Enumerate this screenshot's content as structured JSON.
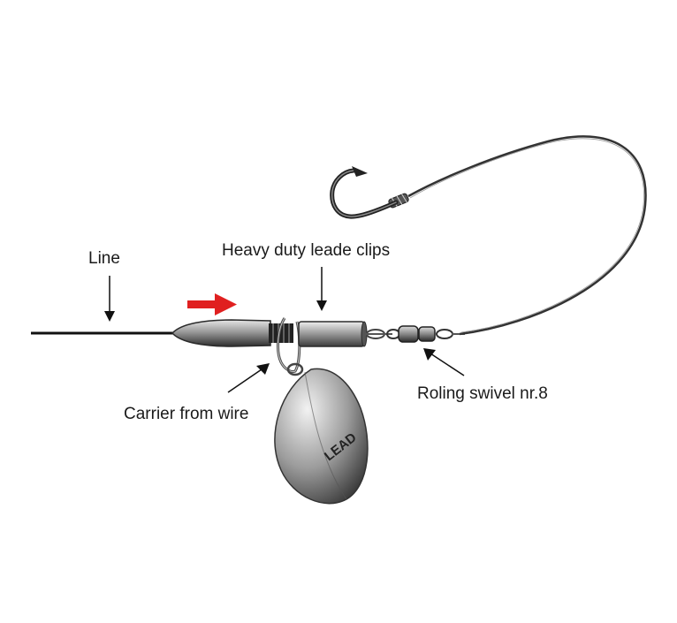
{
  "labels": {
    "line": "Line",
    "clips": "Heavy duty leade clips",
    "carrier": "Carrier from wire",
    "swivel": "Roling swivel nr.8",
    "weight_stamp": "LEAD"
  },
  "colors": {
    "arrow_direction": "#e02020",
    "line": "#111111",
    "metal_dark": "#3a3a3a",
    "metal_light": "#d8d8d8"
  }
}
